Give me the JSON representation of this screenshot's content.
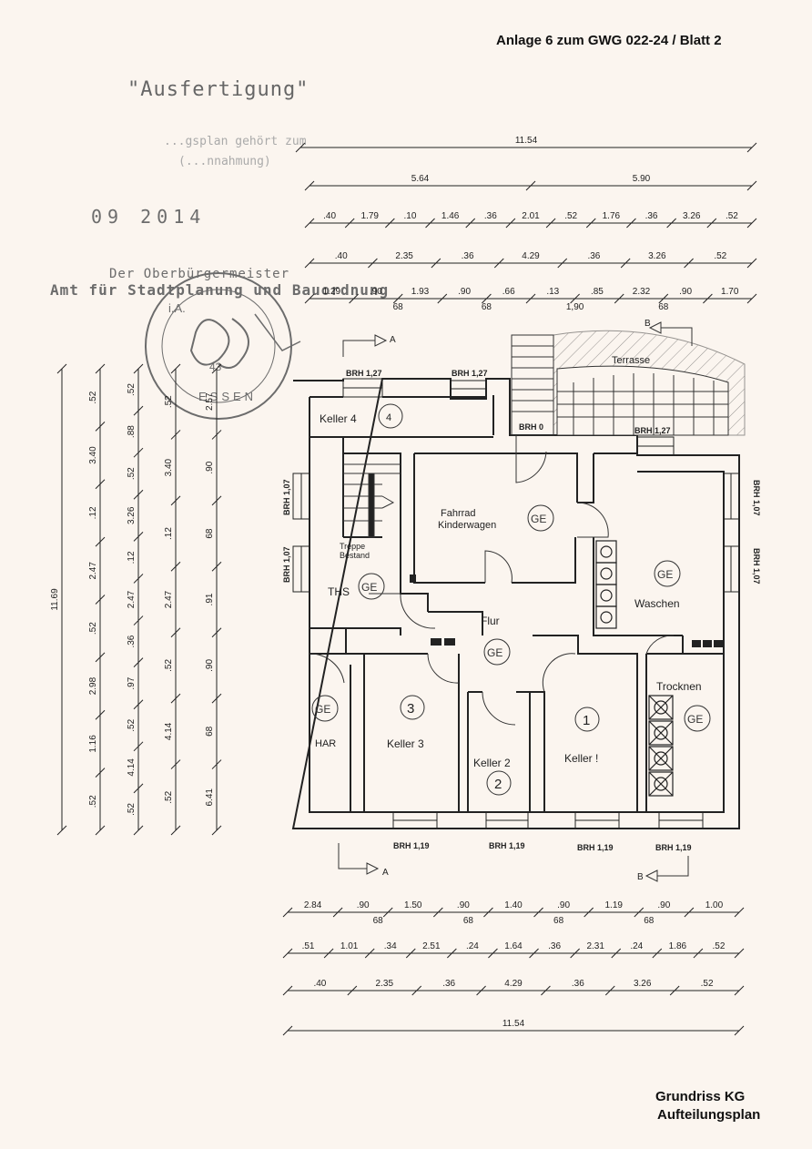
{
  "header": {
    "reference": "Anlage 6 zum GWG 022-24 / Blatt 2"
  },
  "stamp": {
    "copy_label": "\"Ausfertigung\"",
    "date": "09 2014",
    "authority_line1": "Der Oberbürgermeister",
    "authority_line2": "Amt für Stadtplanung und Bauordnung",
    "seal_text": "i.A.",
    "seal_number": "43",
    "seal_city": "ESSEN",
    "faint_line1": "...gsplan gehört zum",
    "faint_line2": "(...nnahmung)"
  },
  "footer": {
    "title": "Grundriss KG",
    "subtitle": "Aufteilungsplan"
  },
  "colors": {
    "paper": "#fbf5ef",
    "ink": "#222222",
    "stamp": "#6c6c6c"
  },
  "plan": {
    "rooms": {
      "keller4": "Keller 4",
      "keller4_num": "4",
      "keller3": "Keller 3",
      "keller3_num": "3",
      "keller2": "Keller 2",
      "keller2_num": "2",
      "keller1": "Keller !",
      "keller1_num": "1",
      "fahrrad1": "Fahrrad",
      "fahrrad2": "Kinderwagen",
      "waschen": "Waschen",
      "trocknen": "Trocknen",
      "flur": "Flur",
      "ths": "THS",
      "har": "HAR",
      "treppe1": "Treppe",
      "treppe2": "Bestand",
      "terrasse": "Terrasse",
      "ge": "GE"
    },
    "brh": {
      "top_left": "BRH 1,27",
      "top_mid": "BRH 1,27",
      "top_zero": "BRH 0",
      "top_right": "BRH 1,27",
      "left_1": "BRH 1,07",
      "left_2": "BRH 1,07",
      "right_1": "BRH 1,07",
      "right_2": "BRH 1,07",
      "bottom_1": "BRH 1,19",
      "bottom_2": "BRH 1,19",
      "bottom_3": "BRH 1,19",
      "bottom_4": "BRH 1,19"
    },
    "sections": {
      "a": "A",
      "b": "B"
    },
    "dims_top": {
      "row1": [
        "11.54"
      ],
      "row2": [
        "5.64",
        "5.90"
      ],
      "row3": [
        ".40",
        "1.79",
        ".10",
        "1.46",
        ".36",
        "2.01",
        ".52",
        "1.76",
        ".36",
        "3.26",
        ".52"
      ],
      "row4": [
        ".40",
        "2.35",
        ".36",
        "4.29",
        ".36",
        "3.26",
        ".52"
      ],
      "row5": [
        "1.29",
        ".90",
        "1.93",
        ".90",
        ".66",
        ".13",
        ".85",
        "2.32",
        ".90",
        "1.70"
      ],
      "row5_under": [
        "68",
        "68",
        "1,90",
        "68"
      ]
    },
    "dims_bottom": {
      "row1": [
        "2.84",
        ".90",
        "1.50",
        ".90",
        "1.40",
        ".90",
        "1.19",
        ".90",
        "1.00"
      ],
      "row1_under": [
        "68",
        "68",
        "68",
        "68"
      ],
      "row2": [
        ".51",
        "1.01",
        ".34",
        "2.51",
        ".24",
        "1.64",
        ".36",
        "2.31",
        ".24",
        "1.86",
        ".52"
      ],
      "row3": [
        ".40",
        "2.35",
        ".36",
        "4.29",
        ".36",
        "3.26",
        ".52"
      ],
      "row4": [
        "11.54"
      ]
    },
    "dims_left": {
      "col1": [
        "11.69"
      ],
      "col2": [
        ".52",
        "3.40",
        ".12",
        "2.47",
        ".52",
        "2.98",
        "1.16",
        ".52"
      ],
      "col3": [
        ".52",
        ".88",
        ".52",
        "3.26",
        ".12",
        "2.47",
        ".36",
        ".97",
        ".52",
        "4.14",
        ".52"
      ],
      "col4": [
        ".52",
        "3.40",
        ".12",
        "2.47",
        ".52",
        "4.14",
        ".52"
      ],
      "col5": [
        "2.57",
        ".90",
        "68",
        ".91",
        ".90",
        "68",
        "6.41"
      ]
    }
  }
}
